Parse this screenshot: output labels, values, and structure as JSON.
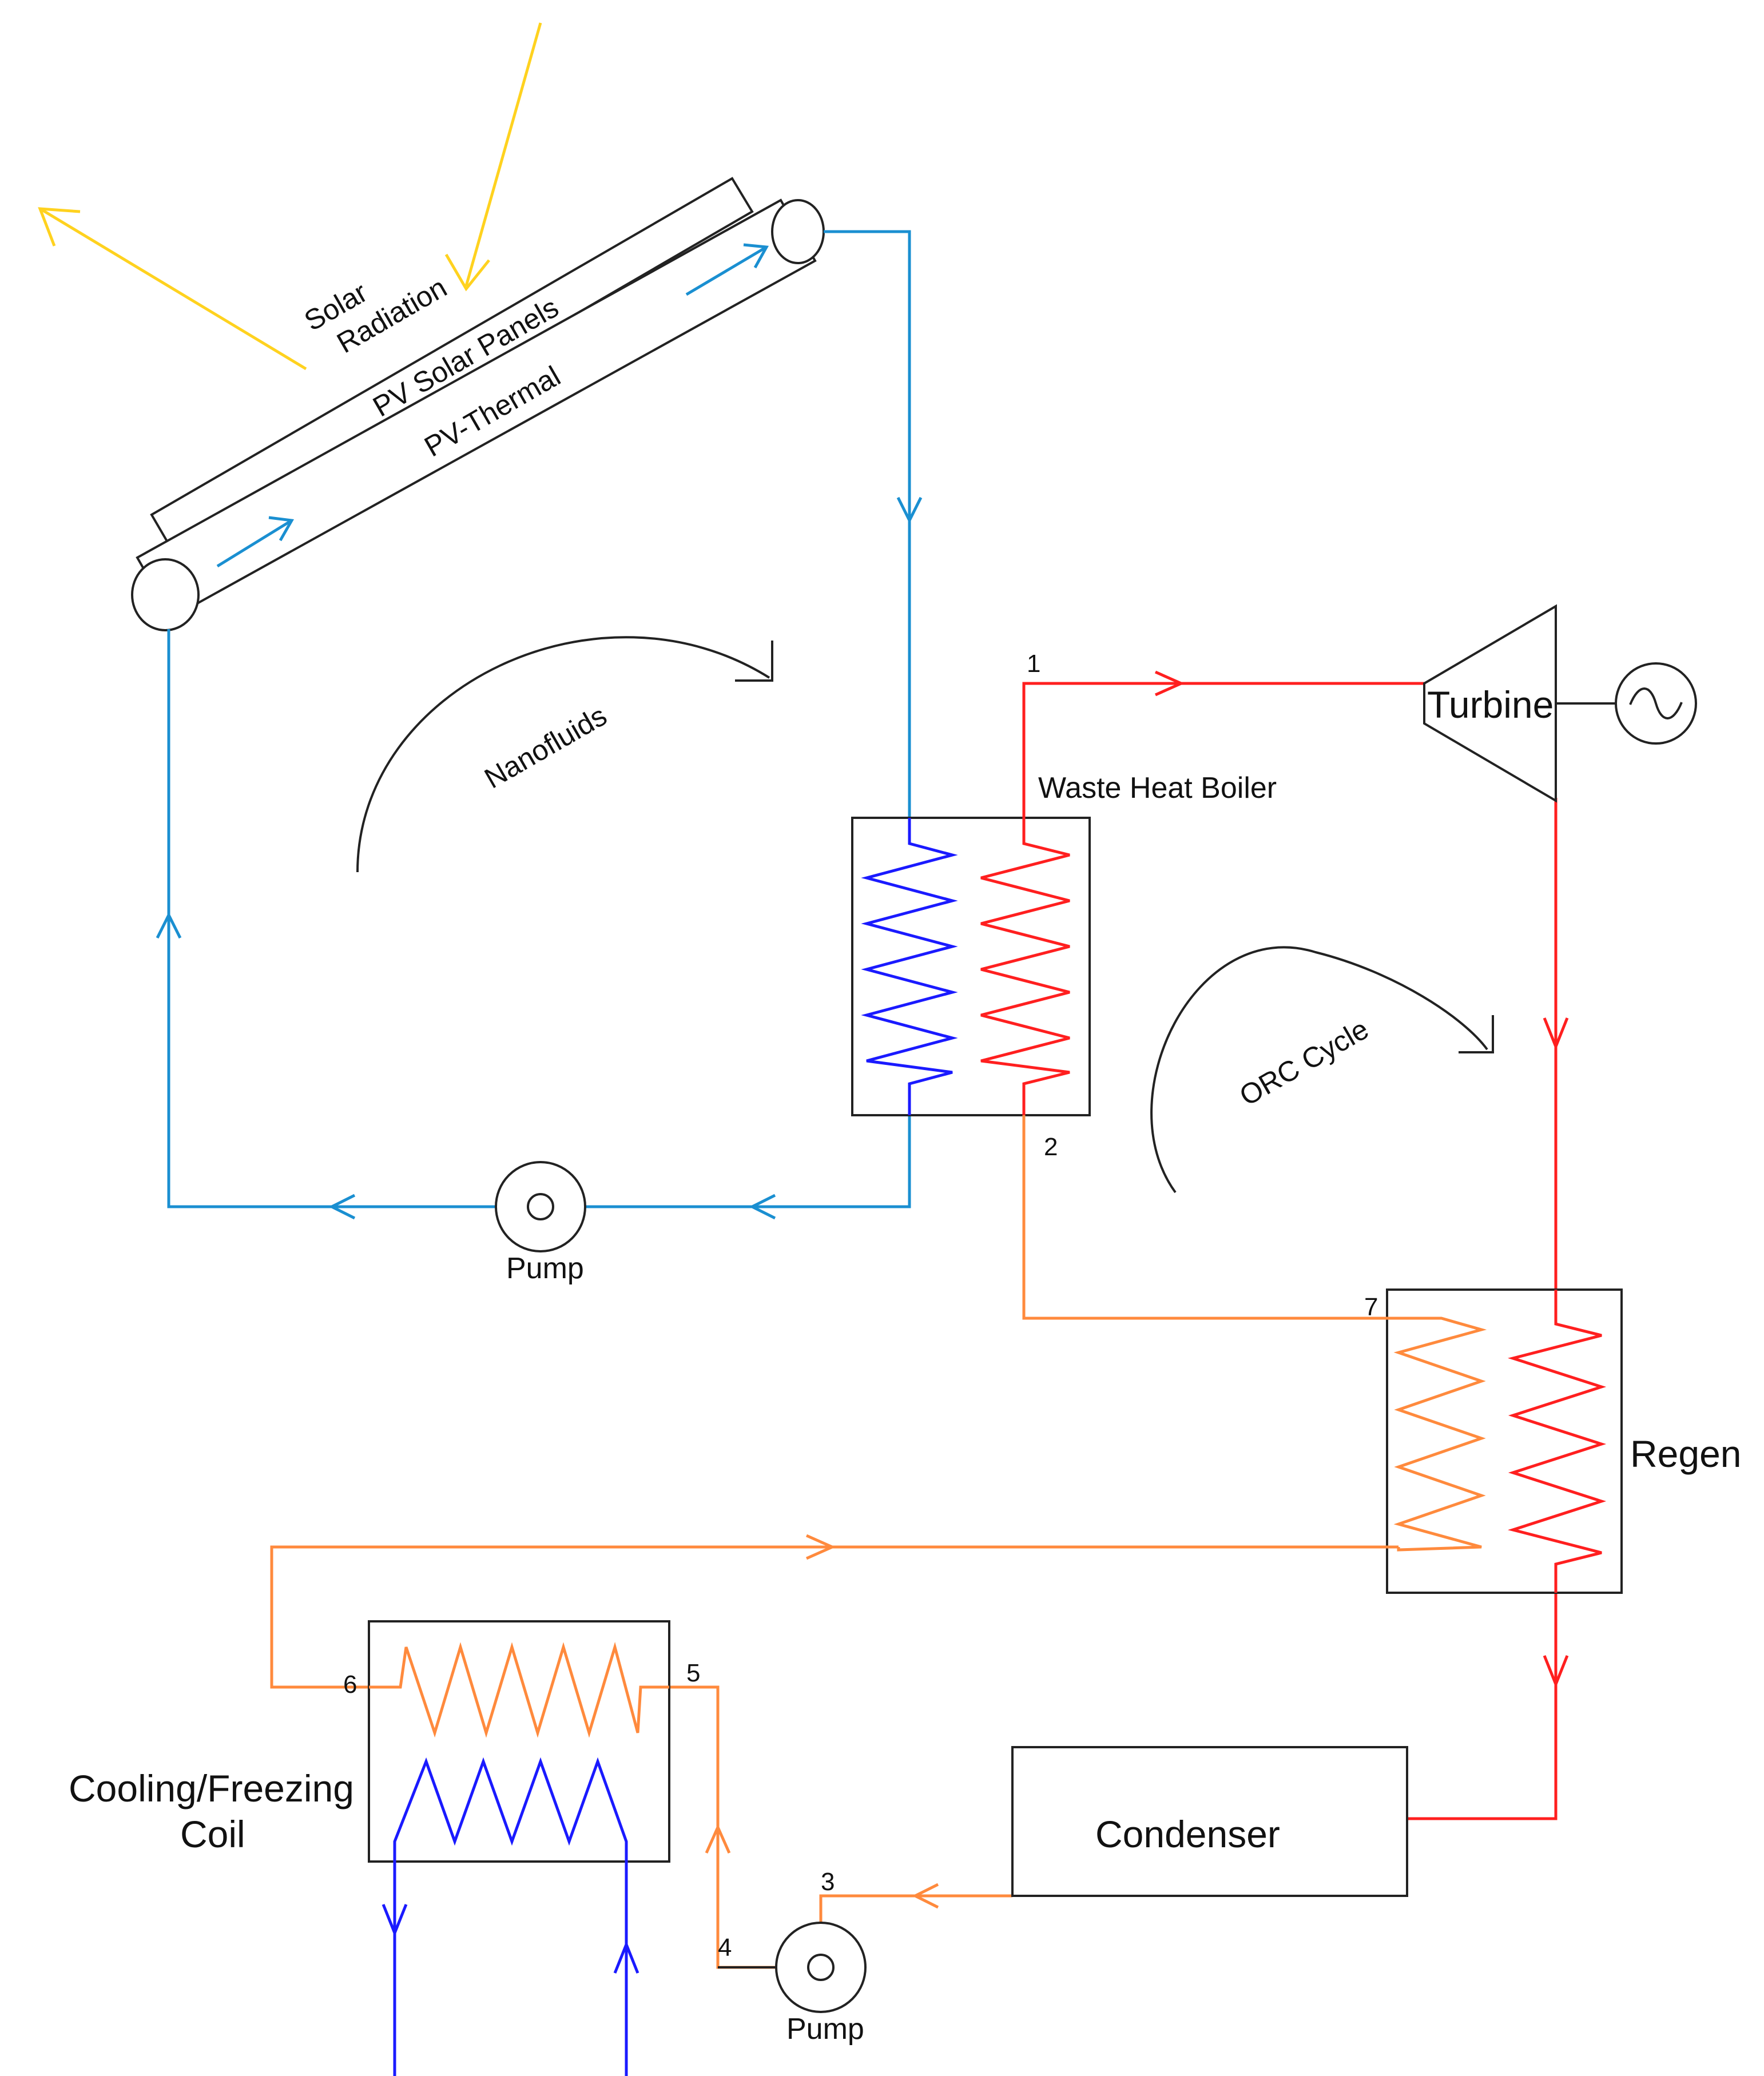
{
  "colors": {
    "nanofluid": "#1a8fd1",
    "hot": "#ff1f1f",
    "warm": "#ff8a3d",
    "cold": "#1a1aff",
    "solar": "#ffd21f",
    "outline": "#222222"
  },
  "labels": {
    "solar_radiation_line1": "Solar",
    "solar_radiation_line2": "Radiation",
    "pv_solar_panels": "PV Solar Panels",
    "pv_thermal": "PV-Thermal",
    "nanofluids": "Nanofluids",
    "waste_heat_boiler": "Waste Heat Boiler",
    "turbine": "Turbine",
    "orc_cycle": "ORC Cycle",
    "regen": "Regen",
    "condenser": "Condenser",
    "pump_top": "Pump",
    "pump_bottom": "Pump",
    "cooling_line1": "Cooling/Freezing",
    "cooling_line2": "Coil"
  },
  "states": [
    "1",
    "2",
    "3",
    "4",
    "5",
    "6",
    "7"
  ],
  "icons": {
    "generator": "ac-sine-icon",
    "pump": "circle-pump-icon"
  }
}
